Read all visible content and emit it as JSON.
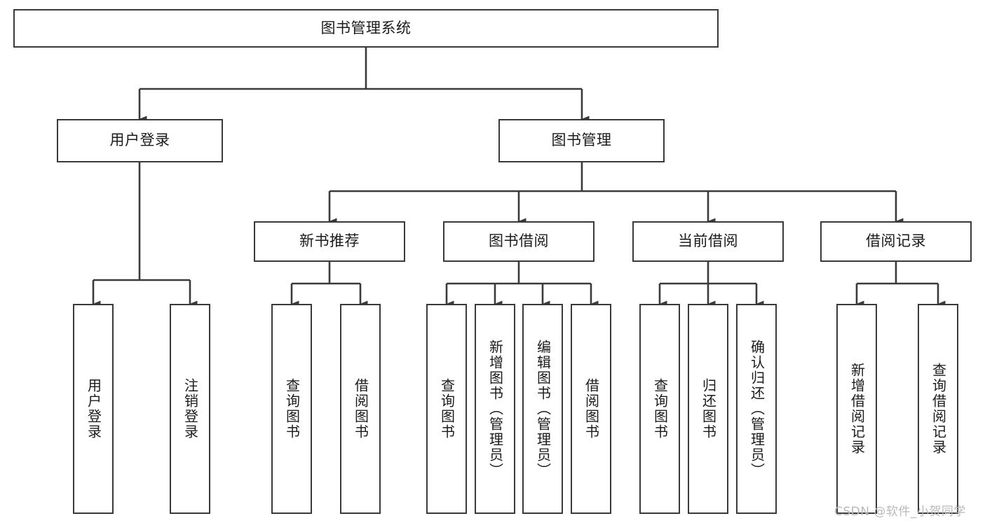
{
  "diagram": {
    "title": "图书管理系统",
    "type": "tree",
    "orientation": "top-down",
    "colors": {
      "background": "#ffffff",
      "border": "#3a3a3a",
      "text": "#1b1b1b",
      "edge": "#3a3a3a",
      "watermark": "#b9b9b9"
    }
  },
  "nodes": {
    "root": {
      "label": "图书管理系统"
    },
    "level2": [
      {
        "label": "用户登录"
      },
      {
        "label": "图书管理"
      }
    ],
    "level3": [
      {
        "label": "新书推荐"
      },
      {
        "label": "图书借阅"
      },
      {
        "label": "当前借阅"
      },
      {
        "label": "借阅记录"
      }
    ],
    "leaves": {
      "user_login": [
        {
          "label": "用户登录"
        },
        {
          "label": "注销登录"
        }
      ],
      "new_book": [
        {
          "label": "查询图书"
        },
        {
          "label": "借阅图书"
        }
      ],
      "book_borrow": [
        {
          "label": "查询图书"
        },
        {
          "label": "新增图书（管理员）"
        },
        {
          "label": "编辑图书（管理员）"
        },
        {
          "label": "借阅图书"
        }
      ],
      "current_borrow": [
        {
          "label": "查询图书"
        },
        {
          "label": "归还图书"
        },
        {
          "label": "确认归还（管理员）"
        }
      ],
      "borrow_record": [
        {
          "label": "新增借阅记录"
        },
        {
          "label": "查询借阅记录"
        }
      ]
    }
  },
  "watermark": {
    "text": "CSDN @软件_小贺同学"
  }
}
